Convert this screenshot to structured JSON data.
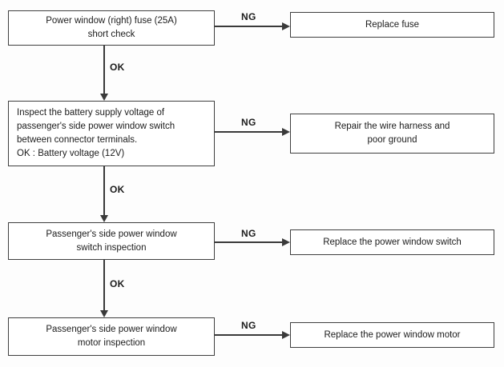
{
  "colors": {
    "border": "#3f3f3f",
    "line": "#3a3a3a",
    "text": "#1c1c1c",
    "background": "#fdfdfd"
  },
  "labels": {
    "ng": "NG",
    "ok": "OK"
  },
  "flow": {
    "steps": [
      {
        "name": "fuse-short-check",
        "lines": [
          "Power window (right) fuse (25A)",
          "short check"
        ]
      },
      {
        "name": "battery-voltage-inspection",
        "lines": [
          "Inspect the battery supply voltage of",
          "passenger's side power window switch",
          "between connector terminals.",
          "OK : Battery voltage (12V)"
        ]
      },
      {
        "name": "switch-inspection",
        "lines": [
          "Passenger's side power window",
          "switch inspection"
        ]
      },
      {
        "name": "motor-inspection",
        "lines": [
          "Passenger's side power window",
          "motor inspection"
        ]
      }
    ],
    "results": [
      {
        "name": "replace-fuse",
        "lines": [
          "Replace fuse"
        ]
      },
      {
        "name": "repair-wire-harness",
        "lines": [
          "Repair the wire harness and",
          "poor ground"
        ]
      },
      {
        "name": "replace-power-window-switch",
        "lines": [
          "Replace the power window switch"
        ]
      },
      {
        "name": "replace-power-window-motor",
        "lines": [
          "Replace the power window motor"
        ]
      }
    ]
  }
}
